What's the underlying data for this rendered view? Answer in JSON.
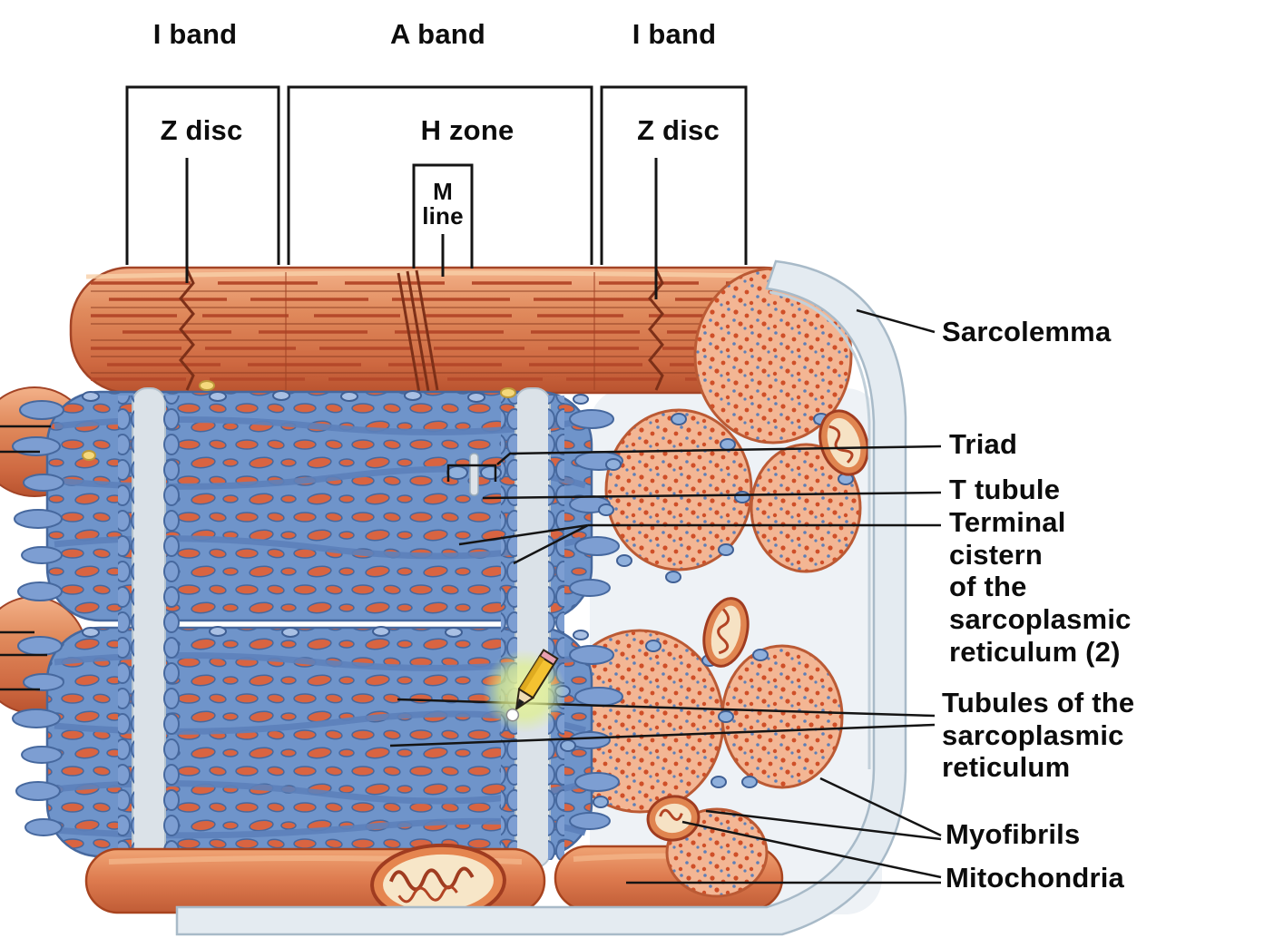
{
  "palette": {
    "muscle_orange": "#d86f48",
    "muscle_light": "#f3b694",
    "sr_blue": "#6f94ca",
    "sarcolemma_gray": "#e4ebf1",
    "label_color": "#0c0c0c",
    "highlight_yellow": "#dff08a"
  },
  "band_labels": {
    "i_band_left": "I band",
    "a_band": "A band",
    "i_band_right": "I band",
    "z_disc_left": "Z disc",
    "h_zone": "H zone",
    "z_disc_right": "Z disc",
    "m_line": "M\nline"
  },
  "structure_labels": {
    "sarcolemma": "Sarcolemma",
    "triad": "Triad",
    "t_tubule": "T tubule",
    "terminal_cistern": "Terminal\ncistern\nof the\nsarcoplasmic\nreticulum (2)",
    "tubules_sr": "Tubules of the\nsarcoplasmic\nreticulum",
    "myofibrils": "Myofibrils",
    "mitochondria": "Mitochondria"
  }
}
